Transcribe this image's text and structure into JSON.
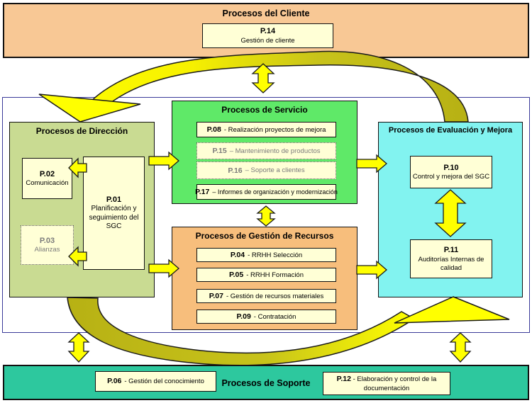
{
  "client": {
    "title": "Procesos del Cliente",
    "p14_code": "P.14",
    "p14_label": "Gestión de cliente"
  },
  "direccion": {
    "title": "Procesos de Dirección",
    "p02_code": "P.02",
    "p02_label": "Comunicación",
    "p03_code": "P.03",
    "p03_label": "Alianzas",
    "p01_code": "P.01",
    "p01_label": "Planificación y seguimiento del SGC"
  },
  "servicio": {
    "title": "Procesos de Servicio",
    "items": [
      {
        "code": "P.08",
        "rest": "- Realización proyectos de mejora"
      },
      {
        "code": "P.15",
        "rest": "– Mantenimiento de productos"
      },
      {
        "code": "P.16",
        "rest": "– Soporte a clientes"
      },
      {
        "code": "P.17",
        "rest": "– Informes de organización y modernización"
      }
    ]
  },
  "recursos": {
    "title": "Procesos de Gestión de Recursos",
    "items": [
      {
        "code": "P.04",
        "rest": "- RRHH Selección"
      },
      {
        "code": "P.05",
        "rest": "- RRHH Formación"
      },
      {
        "code": "P.07",
        "rest": "- Gestión de recursos materiales"
      },
      {
        "code": "P.09",
        "rest": "- Contratación"
      }
    ]
  },
  "evaluacion": {
    "title": "Procesos de Evaluación y Mejora",
    "p10_code": "P.10",
    "p10_label": "Control y mejora del SGC",
    "p11_code": "P.11",
    "p11_label": "Auditorías Internas de calidad"
  },
  "soporte": {
    "title": "Procesos de Soporte",
    "p06_code": "P.06",
    "p06_rest": "- Gestión del conocimiento",
    "p12_code": "P.12",
    "p12_rest": "- Elaboración y control de la documentación"
  },
  "colors": {
    "client_band": "#F8C895",
    "direccion": "#C9DB92",
    "servicio": "#5FE968",
    "recursos": "#F7BE7C",
    "evaluacion": "#82F3F0",
    "soporte": "#2DC89E",
    "box_cream": "#FFFFD6",
    "arrow_yellow": "#FFFF00",
    "arrow_olive": "#B7B114",
    "frame_blue": "#3A3A99"
  }
}
